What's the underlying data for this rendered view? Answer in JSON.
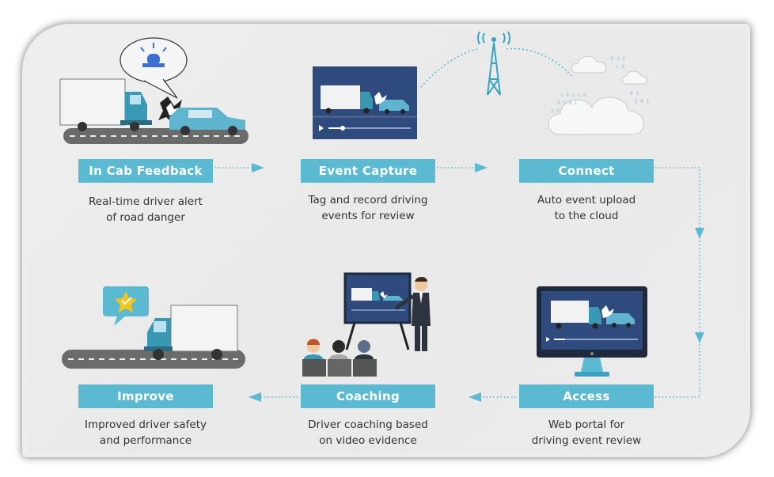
{
  "colors": {
    "accent": "#5bbad1",
    "truck": "#3a99b2",
    "screen_bg": "#2f4b7e",
    "road": "#6b6b6b"
  },
  "steps": [
    {
      "title": "In Cab Feedback",
      "desc": [
        "Real-time driver alert",
        "of road danger"
      ],
      "icon": "siren-truck-crash-icon"
    },
    {
      "title": "Event Capture",
      "desc": [
        "Tag and record driving",
        "events for review"
      ],
      "icon": "video-player-icon"
    },
    {
      "title": "Connect",
      "desc": [
        "Auto event upload",
        "to the cloud"
      ],
      "icon": "cloud-tower-icon"
    },
    {
      "title": "Access",
      "desc": [
        "Web portal for",
        "driving event review"
      ],
      "icon": "monitor-icon"
    },
    {
      "title": "Coaching",
      "desc": [
        "Driver coaching based",
        "on video evidence"
      ],
      "icon": "presentation-icon"
    },
    {
      "title": "Improve",
      "desc": [
        "Improved driver safety",
        "and performance"
      ],
      "icon": "star-truck-icon"
    }
  ]
}
